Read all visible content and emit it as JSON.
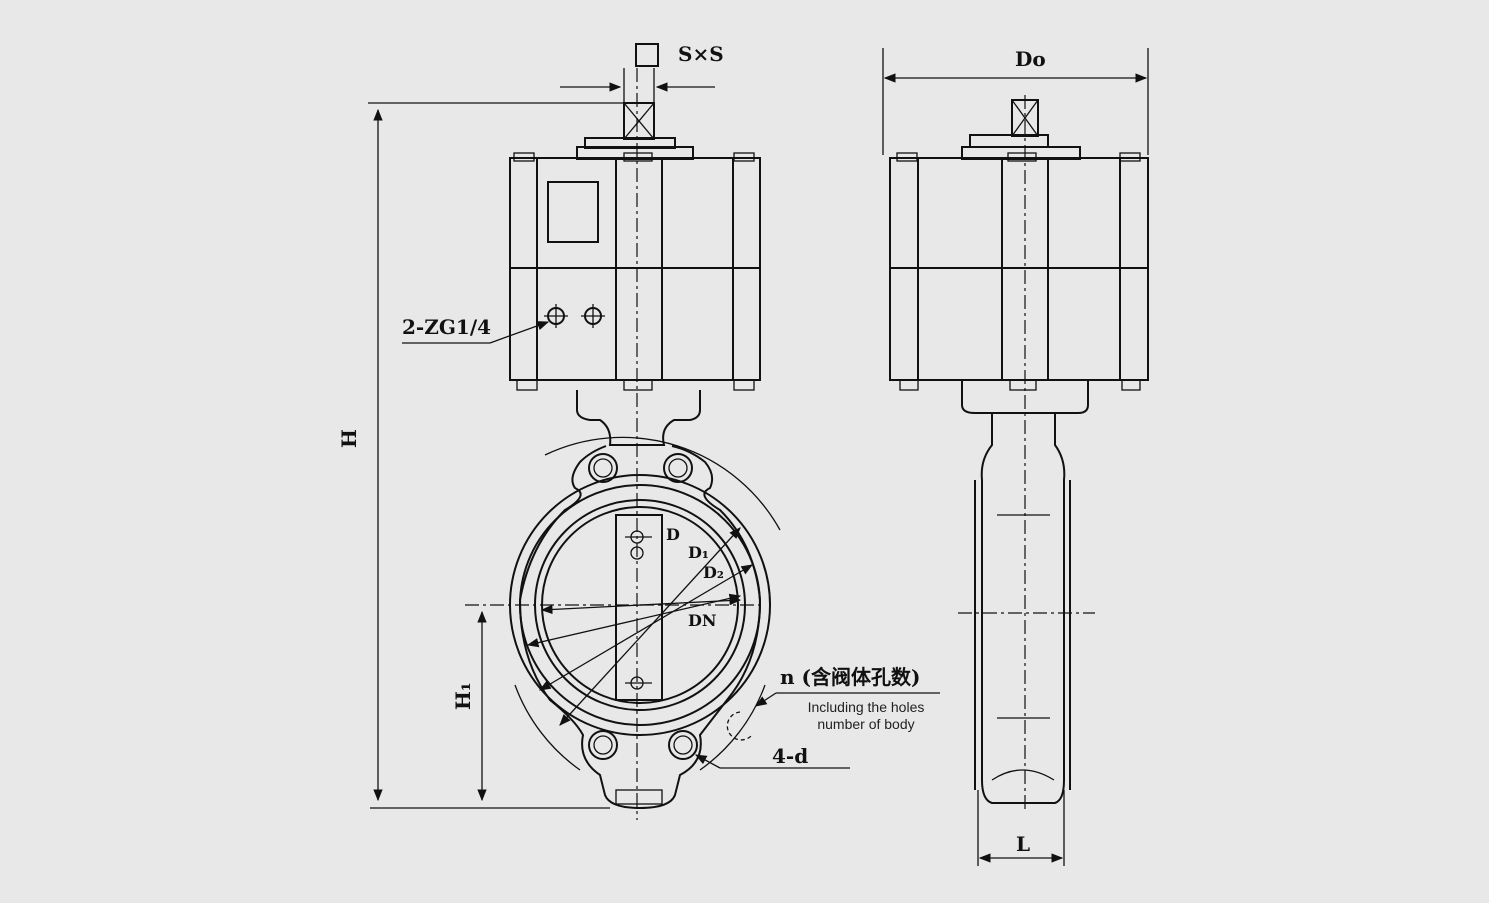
{
  "labels": {
    "sxs": "S×S",
    "do": "Do",
    "zg": "2-ZG1/4",
    "h": "H",
    "h1": "H₁",
    "d": "D",
    "d1": "D₁",
    "d2": "D₂",
    "dn": "DN",
    "n_cn": "n (含阀体孔数)",
    "note_line1": "Including the holes",
    "note_line2": "number of body",
    "four_d": "4-d",
    "l": "L"
  }
}
